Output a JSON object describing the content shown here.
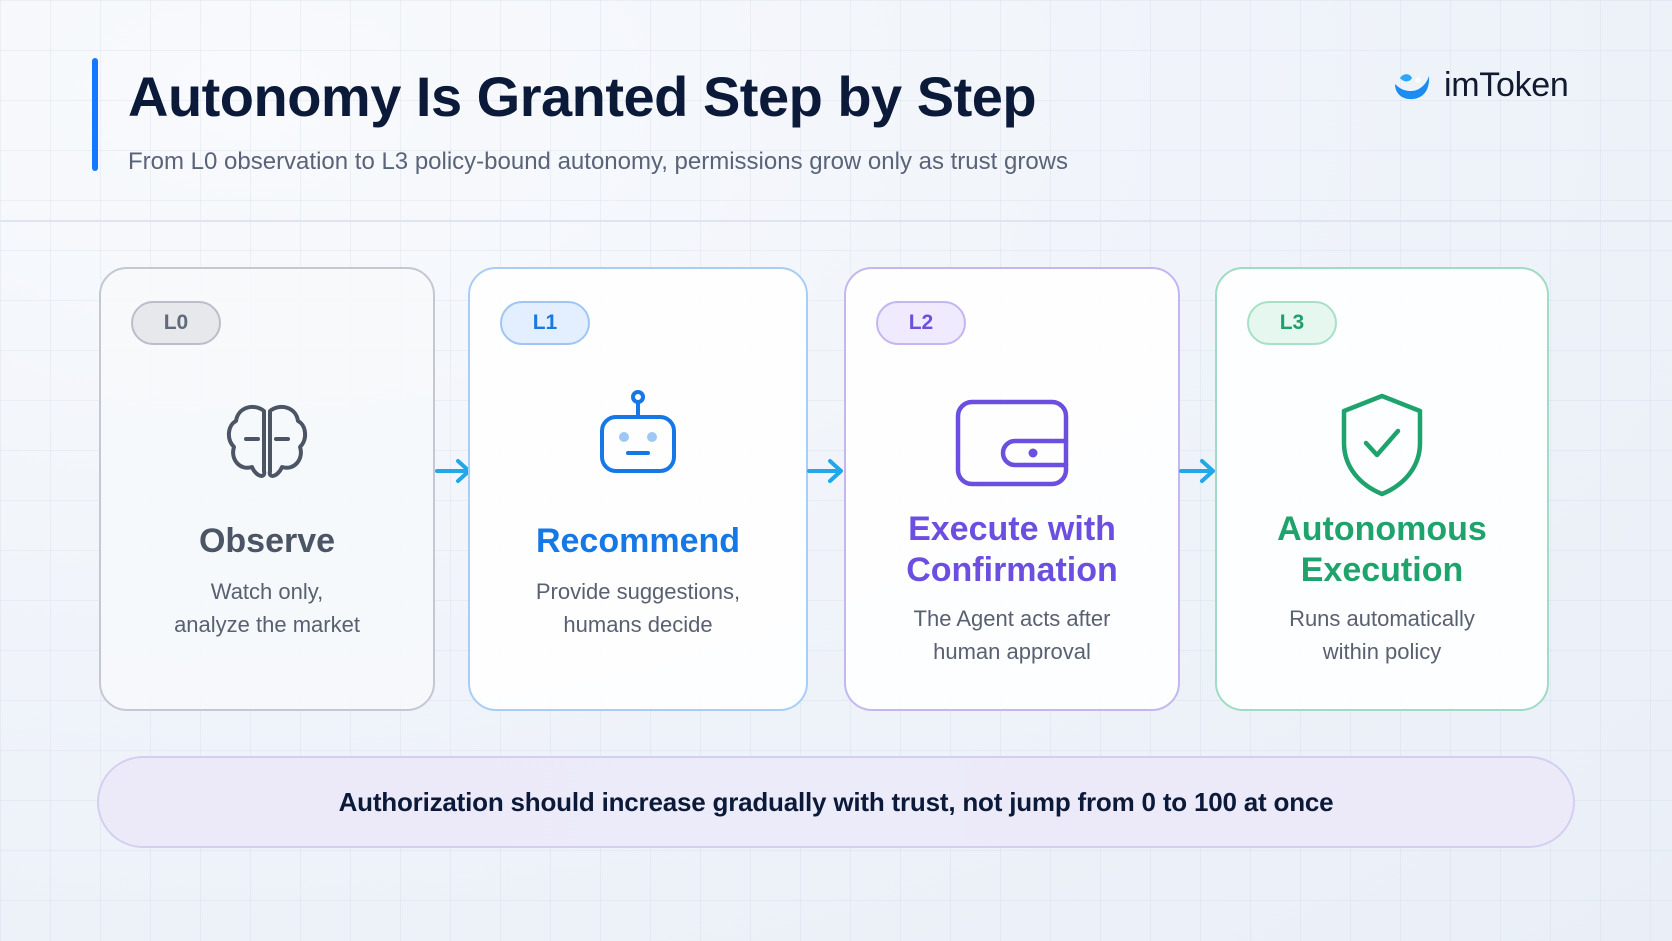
{
  "header": {
    "title": "Autonomy Is Granted Step by Step",
    "subtitle": "From L0 observation to L3 policy-bound autonomy, permissions grow only as trust grows",
    "brand_name": "imToken",
    "accent_color": "#1677ff"
  },
  "levels": [
    {
      "badge": "L0",
      "title_lines": [
        "Observe"
      ],
      "desc_lines": [
        "Watch only,",
        "analyze the market"
      ],
      "icon": "brain-icon",
      "color": "#4b5566"
    },
    {
      "badge": "L1",
      "title_lines": [
        "Recommend"
      ],
      "desc_lines": [
        "Provide suggestions,",
        "humans decide"
      ],
      "icon": "robot-icon",
      "color": "#1677e6"
    },
    {
      "badge": "L2",
      "title_lines": [
        "Execute with",
        "Confirmation"
      ],
      "desc_lines": [
        "The Agent acts after",
        "human approval"
      ],
      "icon": "wallet-icon",
      "color": "#6c4fe0"
    },
    {
      "badge": "L3",
      "title_lines": [
        "Autonomous",
        "Execution"
      ],
      "desc_lines": [
        "Runs automatically",
        "within policy"
      ],
      "icon": "shield-check-icon",
      "color": "#1fa36c"
    }
  ],
  "footer": {
    "text": "Authorization should increase gradually with trust, not jump from 0 to 100 at once"
  }
}
